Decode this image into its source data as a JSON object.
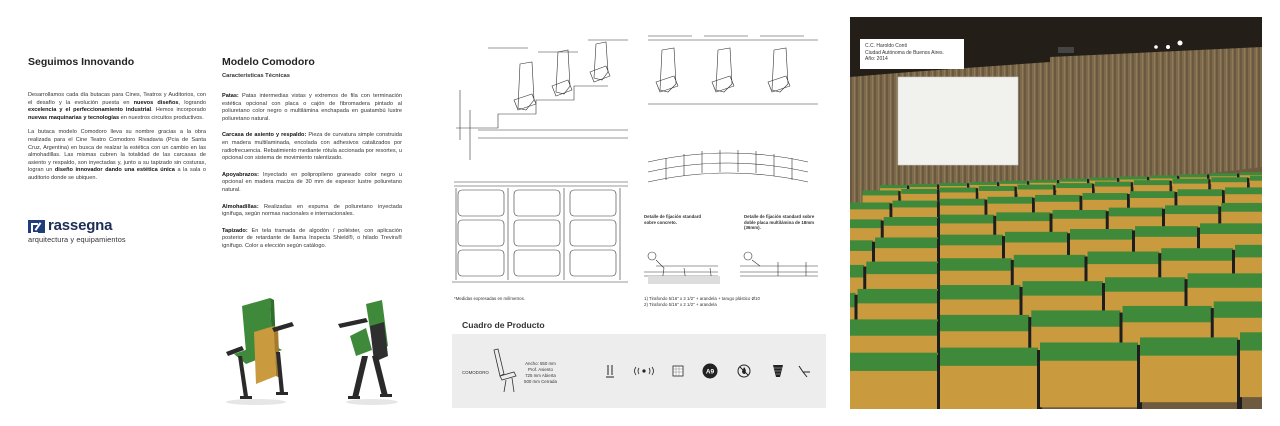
{
  "col1": {
    "title": "Seguimos Innovando",
    "p1a": "Desarrollamos cada día butacas para Cines, Teatros y Auditorios, con el desafío y la evolución puesta en ",
    "p1b": "nuevos diseños",
    "p1c": ", logrando ",
    "p1d": "excelencia y el perfeccionamiento industrial",
    "p1e": ". Hemos incorporado ",
    "p1f": "nuevas maquinarias y tecnologías",
    "p1g": " en nuestros circuitos productivos.",
    "p2a": "La butaca modelo Comodoro lleva su nombre gracias a la obra realizada para el Cine Teatro Comodoro Rivadavia (Pcia de Santa Cruz, Argentina) en busca de realzar la estética con un cambio en las almohadillas. Las mismas cubren la totalidad de las carcasas de asiento y respaldo, son inyectadas y, junto a su tapizado sin costuras, logran un ",
    "p2b": "diseño innovador dando una estética única",
    "p2c": " a la sala o auditorio donde se ubiquen."
  },
  "logo": {
    "name": "rassegna",
    "tagline": "arquitectura y equipamientos"
  },
  "col2": {
    "title": "Modelo Comodoro",
    "subtitle": "Características Técnicas",
    "items": [
      {
        "label": "Patas:",
        "text": " Patas intermedias vistas y extremos de fila con terminación estética opcional con placa o cajón de fibromadera pintado al poliuretano color negro o multilámina enchapada en guatambú lustre poliuretano natural."
      },
      {
        "label": "Carcasa de asiento y respaldo:",
        "text": " Pieza de curvatura simple construida en madera multilaminada, encolada con adhesivos catalizados por radiofrecuencia. Rebatimiento mediante rótula accionada por resortes, u opcional con sistema de movimiento ralentizado."
      },
      {
        "label": "Apoyabrazos:",
        "text": " Inyectado en polipropileno graneado color negro u opcional en madera maciza de 30 mm de espesor lustre poliuretano natural."
      },
      {
        "label": "Almohadillas:",
        "text": " Realizadas en espuma de poliuretano inyectada ignífuga, según normas nacionales e internacionales."
      },
      {
        "label": "Tapizado:",
        "text": " En tela tramada de algodón / poliéster, con aplicación posterior de retardante de llama Inspecta Shield®, o hilado Trevira® ignífugo. Color a elección según catálogo."
      }
    ]
  },
  "drawings": {
    "measure_note": "*Medidas expresadas en milímetros.",
    "detail1_title": "Detalle de fijación standard sobre concreto.",
    "detail2_title": "Detalle de fijación standard sobre doble placa multilámina de 18mm (36mm).",
    "fix1": "1) Tirafondo 5/16\" x 2 1/2\" + arandela + tarugo plástico Ø10",
    "fix2": "2) Tirafondo 5/16\" x 2 1/2\" + arandela"
  },
  "cuadro": {
    "title": "Cuadro de Producto",
    "model": "COMODORO",
    "dim1": "Ancho: 550 mm",
    "dim2": "Prof. Asiento",
    "dim3": "725 mm Abierta",
    "dim4": "500 mm Cerrada",
    "badge": "A9"
  },
  "photo": {
    "caption1": "C.C. Haroldo Conti",
    "caption2": "Ciudad Autónoma de Buenos Aires.",
    "caption3": "Año: 2014"
  },
  "colors": {
    "upholstery": "#3f8a3a",
    "wood": "#c99a3e",
    "brand": "#1f3d7a"
  }
}
